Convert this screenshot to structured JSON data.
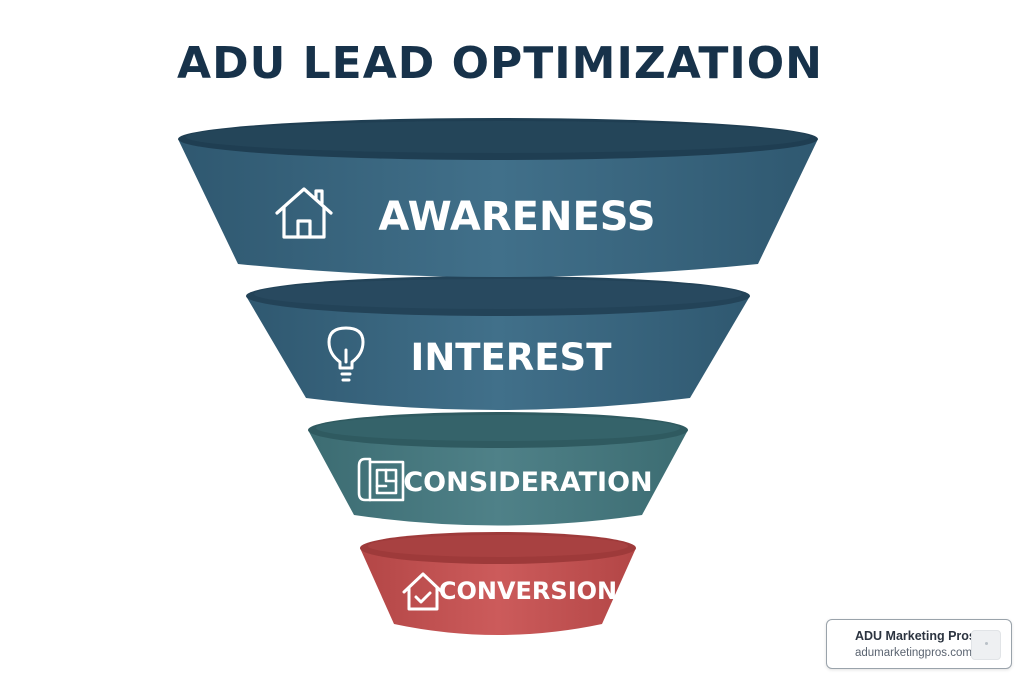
{
  "title": "ADU LEAD OPTIMIZATION",
  "stages": [
    {
      "label": "AWARENESS",
      "icon": "house-icon",
      "color": "#3d6a84"
    },
    {
      "label": "INTEREST",
      "icon": "lightbulb-icon",
      "color": "#3d6a84"
    },
    {
      "label": "CONSIDERATION",
      "icon": "blueprint-icon",
      "color": "#4a7b82"
    },
    {
      "label": "CONVERSION",
      "icon": "house-check-icon",
      "color": "#c45555"
    }
  ],
  "badge": {
    "name": "ADU Marketing Pros",
    "url": "adumarketingpros.com"
  },
  "colors": {
    "title": "#17324a",
    "stage_blue": "#3d6a84",
    "stage_teal": "#4a7b82",
    "stage_red": "#c45555"
  }
}
